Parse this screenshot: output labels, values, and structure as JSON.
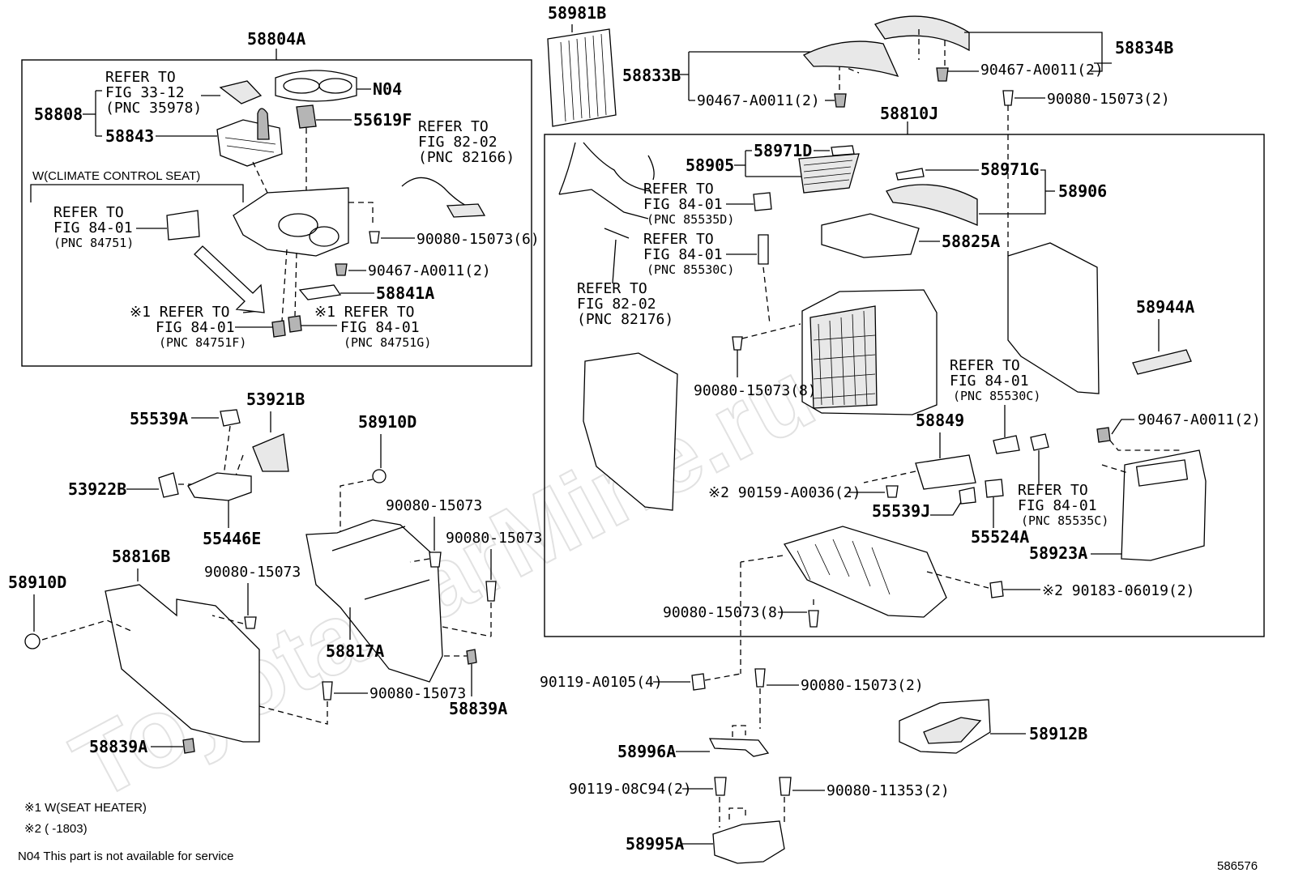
{
  "watermark": "ToyotaCarMine.ru",
  "figure_id": "586576",
  "notes": {
    "n1": "※1 W(SEAT HEATER)",
    "n2": "※2 (      -1803)",
    "n3": "N04 This part is not available for service"
  },
  "group_left": {
    "title": "58804A",
    "sub_title": "W(CLIMATE CONTROL SEAT)"
  },
  "group_right": {
    "title": "58810J"
  },
  "labels": {
    "p58808": "58808",
    "p58843": "58843",
    "pN04": "N04",
    "p55619F": "55619F",
    "p58841A": "58841A",
    "p90080_6": "90080-15073(6)",
    "p90467_a": "90467-A0011(2)",
    "p58981B": "58981B",
    "p58833B": "58833B",
    "p90467_b": "90467-A0011(2)",
    "p90467_c": "90467-A0011(2)",
    "p58834B": "58834B",
    "p90080_2a": "90080-15073(2)",
    "p58905": "58905",
    "p58971D": "58971D",
    "p58971G": "58971G",
    "p58906": "58906",
    "p58825A": "58825A",
    "p58944A": "58944A",
    "p90080_8a": "90080-15073(8)",
    "p58849": "58849",
    "p90467_d": "90467-A0011(2)",
    "p90159": "※2 90159-A0036(2)",
    "p55539J": "55539J",
    "p55524A": "55524A",
    "p58923A": "58923A",
    "p90183": "※2 90183-06019(2)",
    "p90080_8b": "90080-15073(8)",
    "p90119_a": "90119-A0105(4)",
    "p90080_2b": "90080-15073(2)",
    "p58912B": "58912B",
    "p58996A": "58996A",
    "p90119_b": "90119-08C94(2)",
    "p90080_11353": "90080-11353(2)",
    "p58995A": "58995A",
    "p55539A": "55539A",
    "p53921B": "53921B",
    "p53922B": "53922B",
    "p55446E": "55446E",
    "p58910D_a": "58910D",
    "p58910D_b": "58910D",
    "p90080_a": "90080-15073",
    "p90080_b": "90080-15073",
    "p90080_c": "90080-15073",
    "p90080_d": "90080-15073",
    "p58816B": "58816B",
    "p58817A": "58817A",
    "p58839A_a": "58839A",
    "p58839A_b": "58839A"
  },
  "refs": [
    {
      "l1": "REFER TO",
      "l2": "FIG 33-12",
      "l3": "(PNC 35978)"
    },
    {
      "l1": "REFER TO",
      "l2": "FIG 82-02",
      "l3": "(PNC 82166)"
    },
    {
      "l1": "REFER TO",
      "l2": "FIG 84-01",
      "l3": "(PNC 84751)"
    },
    {
      "l1": "※1 REFER TO",
      "l2": "FIG 84-01",
      "l3": "(PNC 84751F)"
    },
    {
      "l1": "※1 REFER TO",
      "l2": "FIG 84-01",
      "l3": "(PNC 84751G)"
    },
    {
      "l1": "REFER TO",
      "l2": "FIG 84-01",
      "l3": "(PNC 85535D)"
    },
    {
      "l1": "REFER TO",
      "l2": "FIG 84-01",
      "l3": "(PNC 85530C)"
    },
    {
      "l1": "REFER TO",
      "l2": "FIG 82-02",
      "l3": "(PNC 82176)"
    },
    {
      "l1": "REFER TO",
      "l2": "FIG 84-01",
      "l3": "(PNC 85530C)"
    },
    {
      "l1": "REFER TO",
      "l2": "FIG 84-01",
      "l3": "(PNC 85535C)"
    }
  ]
}
